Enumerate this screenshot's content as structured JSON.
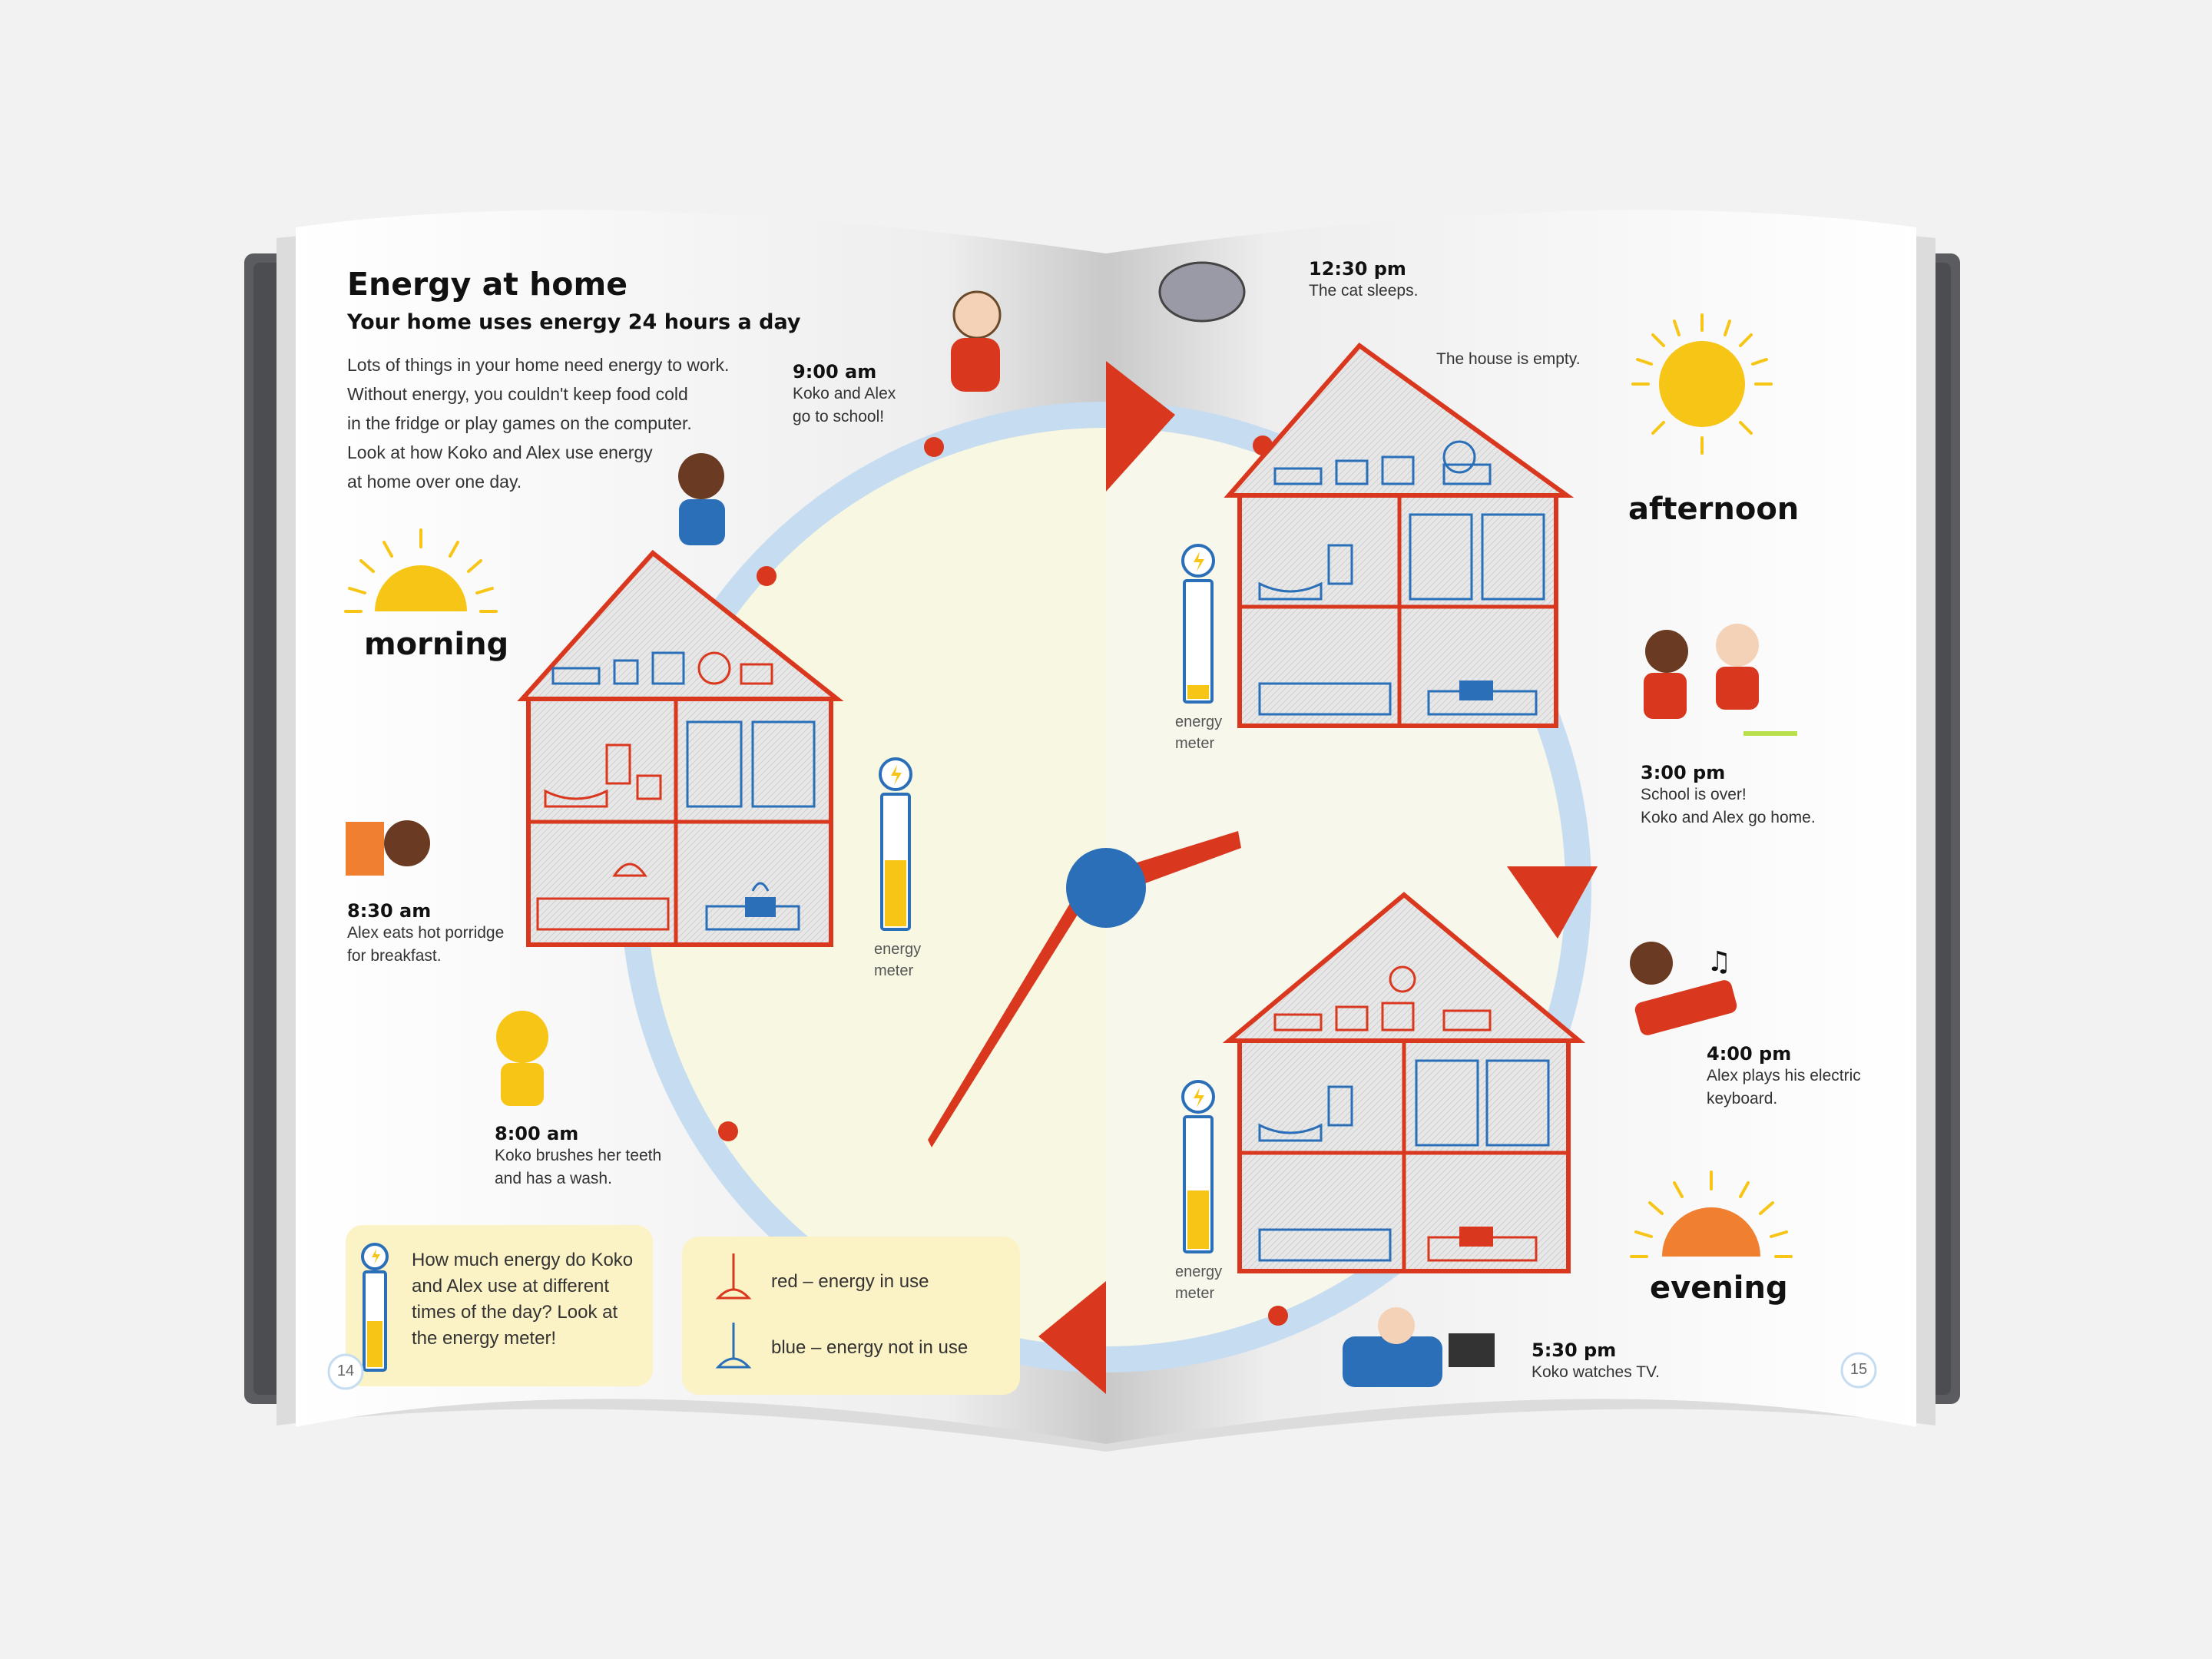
{
  "left_page": {
    "title": "Energy at home",
    "subtitle": "Your home uses energy 24 hours a day",
    "intro_lines": [
      "Lots of things in your home need energy to work.",
      "Without energy, you couldn't keep food cold",
      "in the fridge or play games on the computer.",
      "Look at how Koko and Alex use energy",
      "at home over one day."
    ],
    "period": "morning",
    "events": [
      {
        "time": "9:00 am",
        "lines": [
          "Koko and Alex",
          "go to school!"
        ]
      },
      {
        "time": "8:30 am",
        "lines": [
          "Alex eats hot porridge",
          "for breakfast."
        ]
      },
      {
        "time": "8:00 am",
        "lines": [
          "Koko brushes her teeth",
          "and has a wash."
        ]
      }
    ],
    "meter_label": [
      "energy",
      "meter"
    ],
    "question_box": [
      "How much energy do Koko",
      "and Alex use at different",
      "times of the day? Look at",
      "the energy meter!"
    ],
    "key": {
      "red": "red – energy in use",
      "blue": "blue – energy not in use"
    },
    "page_number": "14"
  },
  "right_page": {
    "periods": {
      "afternoon": "afternoon",
      "evening": "evening"
    },
    "house_note": "The house is empty.",
    "events": [
      {
        "time": "12:30 pm",
        "lines": [
          "The cat sleeps."
        ]
      },
      {
        "time": "3:00 pm",
        "lines": [
          "School is over!",
          "Koko and Alex go home."
        ]
      },
      {
        "time": "4:00 pm",
        "lines": [
          "Alex plays his electric",
          "keyboard."
        ]
      },
      {
        "time": "5:30 pm",
        "lines": [
          "Koko watches TV."
        ]
      }
    ],
    "meter_label": [
      "energy",
      "meter"
    ],
    "page_number": "15"
  },
  "meters": {
    "morning_level": 0.5,
    "afternoon_level": 0.1,
    "evening_level": 0.45
  },
  "colors": {
    "red": "#d9381e",
    "blue": "#2a6fb8",
    "sun_yellow": "#f7c515",
    "sun_orange": "#f08030",
    "clock_ring": "#c6dcf0",
    "clock_face": "#f8f8e2",
    "box": "#fbf3c6"
  },
  "icons": [
    "sun-icon",
    "energy-meter-icon",
    "lamp-icon",
    "clock-hand-icon",
    "house-icon"
  ]
}
